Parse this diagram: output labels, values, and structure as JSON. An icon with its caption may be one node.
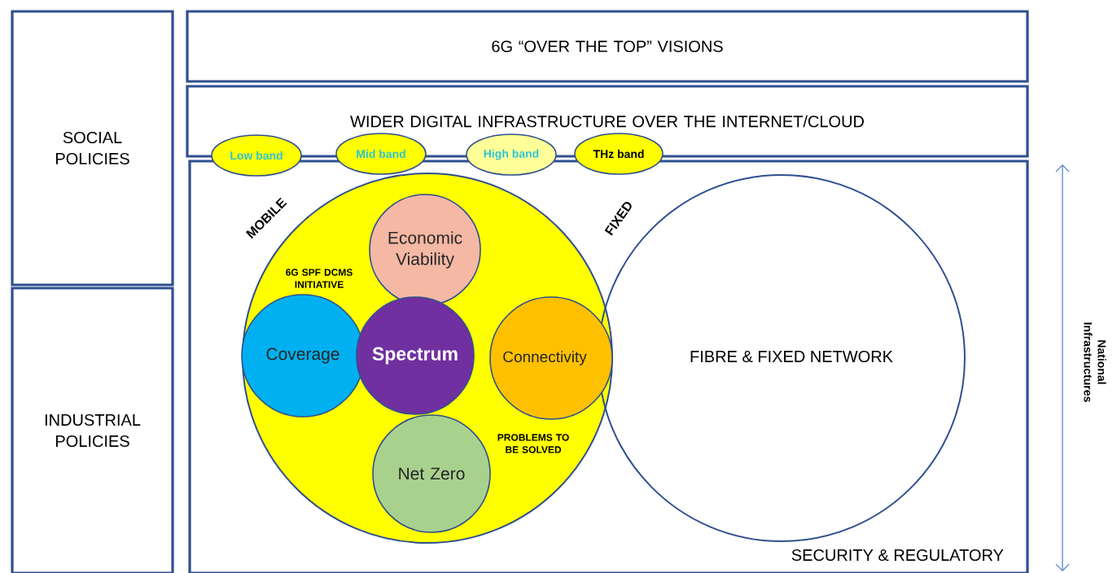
{
  "diagram": {
    "nodes": [
      {
        "text": [
          "SOCIAL POLICIES"
        ]
      },
      {
        "text": [
          "INDUSTRIAL POLICIES"
        ]
      },
      {
        "text": [
          "6G “OVER THE TOP” VISIONS"
        ]
      },
      {
        "text": [
          "WIDER DIGITAL INFRASTRUCTURE OVER THE INTERNET/CLOUD"
        ]
      },
      {
        "text": [
          "SECURITY & REGULATORY"
        ]
      },
      {
        "text": [
          "Low band"
        ]
      },
      {
        "text": [
          "Mid band"
        ]
      },
      {
        "text": [
          "High band"
        ]
      },
      {
        "text": [
          "THz band"
        ]
      },
      {
        "text": [
          "MOBILE",
          "6G SPF DCMS INITIATIVE",
          "PROBLEMS TO BE SOLVED"
        ],
        "in": 4
      },
      {
        "text": [
          "Economic Viability"
        ],
        "in": 9
      },
      {
        "text": [
          "Coverage"
        ],
        "in": 9
      },
      {
        "text": [
          "Spectrum"
        ],
        "in": 9
      },
      {
        "text": [
          "Connectivity"
        ],
        "in": 9
      },
      {
        "text": [
          "Net Zero"
        ],
        "in": 9
      },
      {
        "text": [
          "FIXED",
          "FIBRE & FIXED NETWORK"
        ],
        "in": 4
      }
    ],
    "labels": [
      "National Infrastructures"
    ]
  }
}
